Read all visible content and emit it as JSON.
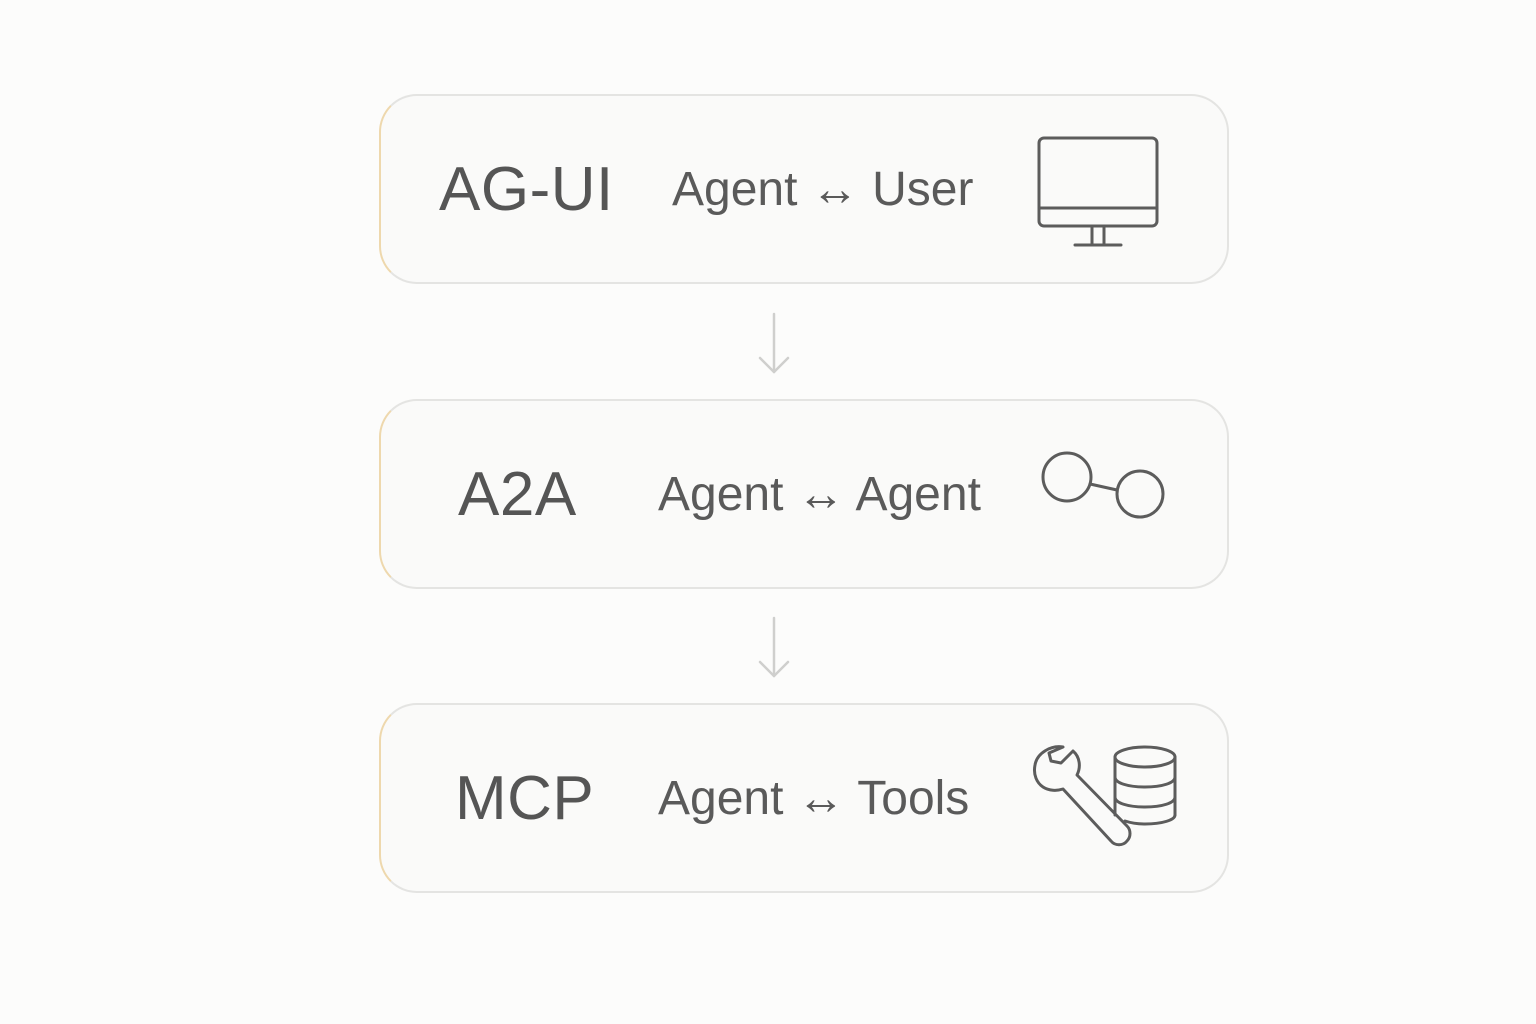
{
  "layers": [
    {
      "acronym": "AG-UI",
      "relation": "Agent ↔ User",
      "icon": "monitor-icon"
    },
    {
      "acronym": "A2A",
      "relation": "Agent ↔ Agent",
      "icon": "linked-nodes-icon"
    },
    {
      "acronym": "MCP",
      "relation": "Agent ↔ Tools",
      "icon": "wrench-database-icon"
    }
  ],
  "connectors": [
    "down-arrow-icon",
    "down-arrow-icon"
  ],
  "colors": {
    "background": "#fcfcfb",
    "card_fill": "#fafaf9",
    "card_border": "#e4e4e2",
    "card_left_accent": "#eed8ad",
    "text": "#555555",
    "icon_stroke": "#5c5c5c",
    "arrow": "#cfcfcd"
  }
}
